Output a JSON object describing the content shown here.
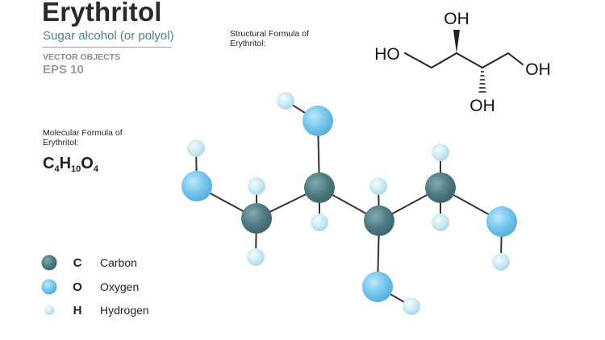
{
  "header": {
    "title": "Erythritol",
    "subtitle": "Sugar alcohol (or polyol)",
    "vector_label": "VECTOR OBJECTS",
    "eps_label": "EPS 10"
  },
  "structural": {
    "caption_line1": "Structural  Formula of",
    "caption_line2": "Erythritol:",
    "labels": {
      "oh_top": "OH",
      "ho_left": "HO",
      "oh_right": "OH",
      "oh_bottom": "OH"
    }
  },
  "molecular": {
    "caption_line1": "Molecular Formula of",
    "caption_line2": "Erythritol:",
    "formula": {
      "c": "C",
      "c_n": "4",
      "h": "H",
      "h_n": "10",
      "o": "O",
      "o_n": "4"
    }
  },
  "legend": [
    {
      "symbol": "C",
      "name": "Carbon",
      "color": "#4f7b84"
    },
    {
      "symbol": "O",
      "name": "Oxygen",
      "color": "#73c6ec"
    },
    {
      "symbol": "H",
      "name": "Hydrogen",
      "color": "#c7e8f2"
    }
  ],
  "colors": {
    "carbon": "#4f7b84",
    "oxygen": "#73c6ec",
    "hydrogen": "#c7e8f2",
    "bond": "#333333",
    "subtitle": "#4f8088"
  }
}
